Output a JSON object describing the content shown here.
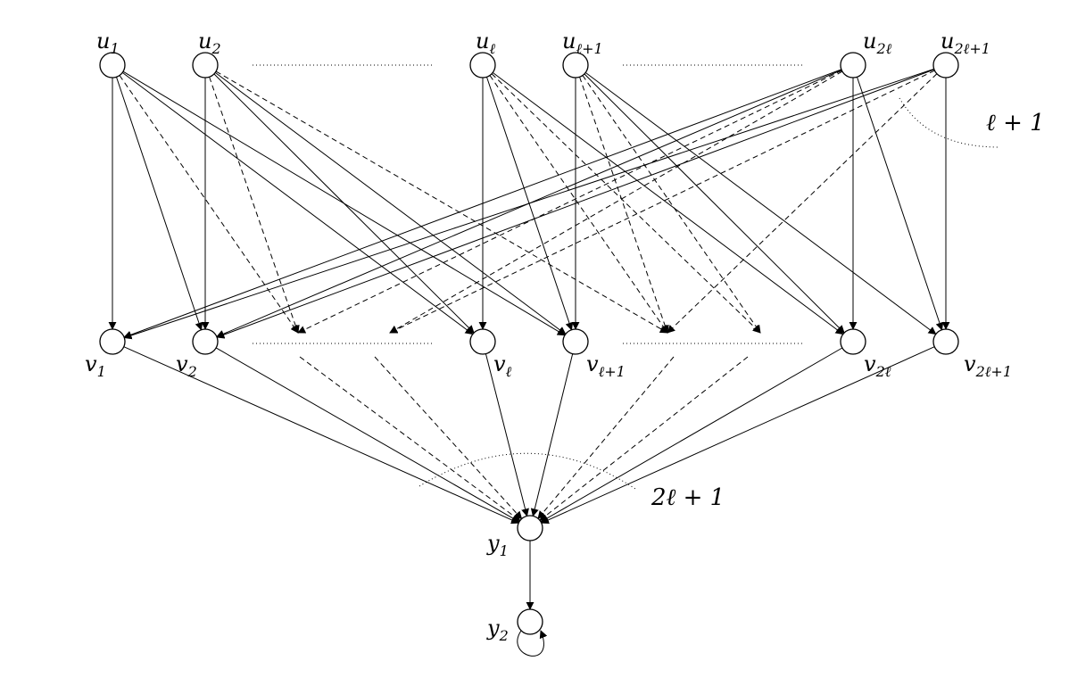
{
  "diagram": {
    "nodes": [
      {
        "id": "u1",
        "base": "u",
        "sub": "1"
      },
      {
        "id": "u2",
        "base": "u",
        "sub": "2"
      },
      {
        "id": "ul",
        "base": "u",
        "sub": "ℓ"
      },
      {
        "id": "ul1",
        "base": "u",
        "sub": "ℓ+1"
      },
      {
        "id": "u2l",
        "base": "u",
        "sub": "2ℓ"
      },
      {
        "id": "u2l1",
        "base": "u",
        "sub": "2ℓ+1"
      },
      {
        "id": "v1",
        "base": "v",
        "sub": "1"
      },
      {
        "id": "v2",
        "base": "v",
        "sub": "2"
      },
      {
        "id": "vl",
        "base": "v",
        "sub": "ℓ"
      },
      {
        "id": "vl1",
        "base": "v",
        "sub": "ℓ+1"
      },
      {
        "id": "v2l",
        "base": "v",
        "sub": "2ℓ"
      },
      {
        "id": "v2l1",
        "base": "v",
        "sub": "2ℓ+1"
      },
      {
        "id": "y1",
        "base": "y",
        "sub": "1"
      },
      {
        "id": "y2",
        "base": "y",
        "sub": "2"
      }
    ],
    "annotations": {
      "out_degree": "ℓ + 1",
      "in_degree": "2ℓ + 1"
    },
    "edges": [
      {
        "from": "u1",
        "to": "v1",
        "style": "solid"
      },
      {
        "from": "u1",
        "to": "v2",
        "style": "solid"
      },
      {
        "from": "u1",
        "to": "vl",
        "style": "solid"
      },
      {
        "from": "u1",
        "to": "vl1",
        "style": "solid"
      },
      {
        "from": "u1",
        "to": "gap-1",
        "style": "dashed"
      },
      {
        "from": "u2",
        "to": "v2",
        "style": "solid"
      },
      {
        "from": "u2",
        "to": "vl",
        "style": "solid"
      },
      {
        "from": "u2",
        "to": "vl1",
        "style": "solid"
      },
      {
        "from": "u2",
        "to": "gap-1",
        "style": "dashed"
      },
      {
        "from": "u2",
        "to": "gap-3",
        "style": "dashed"
      },
      {
        "from": "ul",
        "to": "vl",
        "style": "solid"
      },
      {
        "from": "ul",
        "to": "vl1",
        "style": "solid"
      },
      {
        "from": "ul",
        "to": "v2l",
        "style": "solid"
      },
      {
        "from": "ul",
        "to": "gap-3",
        "style": "dashed"
      },
      {
        "from": "ul",
        "to": "gap-4",
        "style": "dashed"
      },
      {
        "from": "ul1",
        "to": "vl1",
        "style": "solid"
      },
      {
        "from": "ul1",
        "to": "v2l",
        "style": "solid"
      },
      {
        "from": "ul1",
        "to": "v2l1",
        "style": "solid"
      },
      {
        "from": "ul1",
        "to": "gap-3",
        "style": "dashed"
      },
      {
        "from": "ul1",
        "to": "gap-4",
        "style": "dashed"
      },
      {
        "from": "u2l",
        "to": "v2l",
        "style": "solid"
      },
      {
        "from": "u2l",
        "to": "v2l1",
        "style": "solid"
      },
      {
        "from": "u2l",
        "to": "v1",
        "style": "solid"
      },
      {
        "from": "u2l",
        "to": "v2",
        "style": "solid"
      },
      {
        "from": "u2l",
        "to": "gap-1",
        "style": "dashed"
      },
      {
        "from": "u2l",
        "to": "gap-2",
        "style": "dashed"
      },
      {
        "from": "u2l1",
        "to": "v2l1",
        "style": "solid"
      },
      {
        "from": "u2l1",
        "to": "v1",
        "style": "solid"
      },
      {
        "from": "u2l1",
        "to": "v2",
        "style": "solid"
      },
      {
        "from": "u2l1",
        "to": "gap-2",
        "style": "dashed"
      },
      {
        "from": "u2l1",
        "to": "gap-3",
        "style": "dashed"
      },
      {
        "from": "v1",
        "to": "y1",
        "style": "solid"
      },
      {
        "from": "v2",
        "to": "y1",
        "style": "solid"
      },
      {
        "from": "vl",
        "to": "y1",
        "style": "solid"
      },
      {
        "from": "vl1",
        "to": "y1",
        "style": "solid"
      },
      {
        "from": "v2l",
        "to": "y1",
        "style": "solid"
      },
      {
        "from": "v2l1",
        "to": "y1",
        "style": "solid"
      },
      {
        "from": "gap-1",
        "to": "y1",
        "style": "dashed"
      },
      {
        "from": "gap-2",
        "to": "y1",
        "style": "dashed"
      },
      {
        "from": "gap-3",
        "to": "y1",
        "style": "dashed"
      },
      {
        "from": "gap-4",
        "to": "y1",
        "style": "dashed"
      },
      {
        "from": "y1",
        "to": "y2",
        "style": "solid"
      },
      {
        "from": "y2",
        "to": "y2",
        "style": "solid"
      }
    ]
  }
}
